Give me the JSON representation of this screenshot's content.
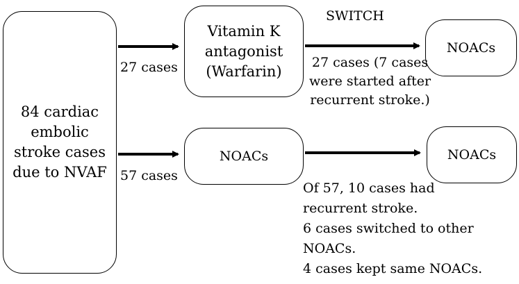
{
  "diagram": {
    "source_box": {
      "lines": [
        "84 cardiac",
        "embolic",
        "stroke cases",
        "due to NVAF"
      ]
    },
    "vka_box": {
      "lines": [
        "Vitamin K",
        "antagonist",
        "(Warfarin)"
      ]
    },
    "noac_top_box": {
      "label": "NOACs"
    },
    "noac_mid_box": {
      "label": "NOACs"
    },
    "noac_right_box": {
      "label": "NOACs"
    },
    "switch_label": "SWITCH",
    "top_branch_label": "27 cases",
    "bottom_branch_label": "57 cases",
    "switch_note": [
      "27 cases (7 cases",
      "were started after",
      "recurrent stroke.)"
    ],
    "bottom_note": [
      "Of 57, 10 cases had",
      "recurrent stroke.",
      "6 cases switched to other",
      "NOACs.",
      "4 cases kept same NOACs."
    ]
  }
}
